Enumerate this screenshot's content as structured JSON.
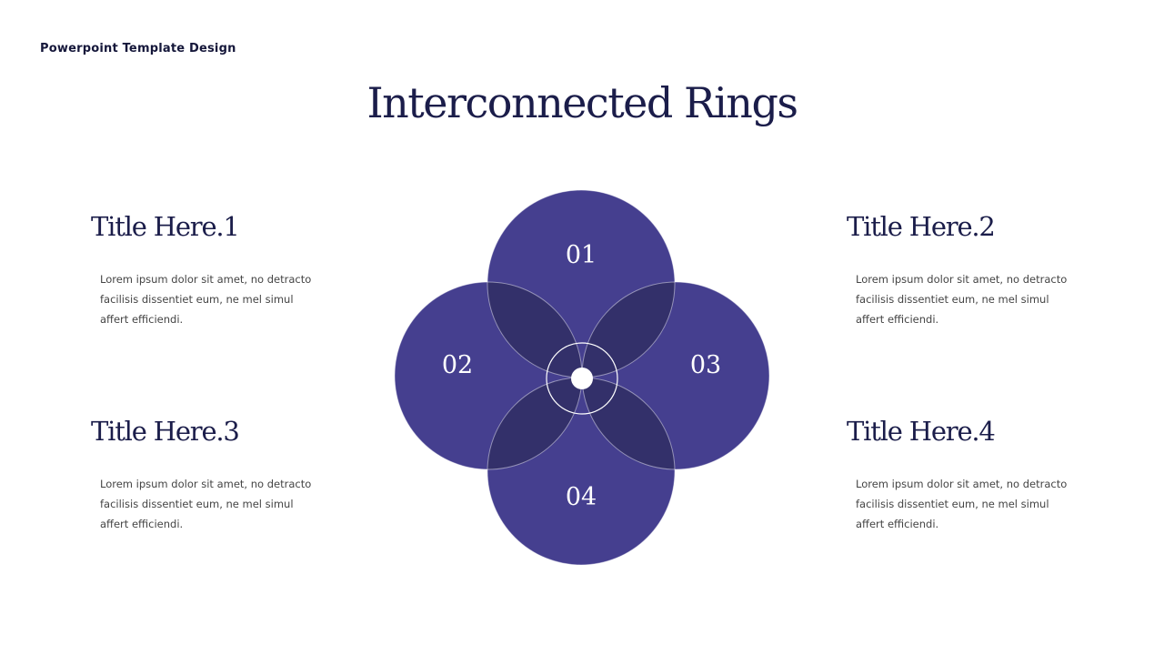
{
  "header": {
    "brand": "Powerpoint Template Design"
  },
  "slide": {
    "title": "Interconnected Rings"
  },
  "rings": [
    {
      "number": "01"
    },
    {
      "number": "02"
    },
    {
      "number": "03"
    },
    {
      "number": "04"
    }
  ],
  "items": [
    {
      "title": "Title Here.1",
      "body": "Lorem ipsum dolor sit amet, no detracto facilisis dissentiet eum, ne mel simul affert efficiendi."
    },
    {
      "title": "Title Here.2",
      "body": "Lorem ipsum dolor sit amet, no detracto facilisis dissentiet eum, ne mel simul affert efficiendi."
    },
    {
      "title": "Title Here.3",
      "body": "Lorem ipsum dolor sit amet, no detracto facilisis dissentiet eum, ne mel simul affert efficiendi."
    },
    {
      "title": "Title Here.4",
      "body": "Lorem ipsum dolor sit amet, no detracto facilisis dissentiet eum, ne mel simul affert efficiendi."
    }
  ],
  "colors": {
    "ring": "#453f8f",
    "overlap": "#33306a",
    "text_dark": "#1b1d4a"
  }
}
